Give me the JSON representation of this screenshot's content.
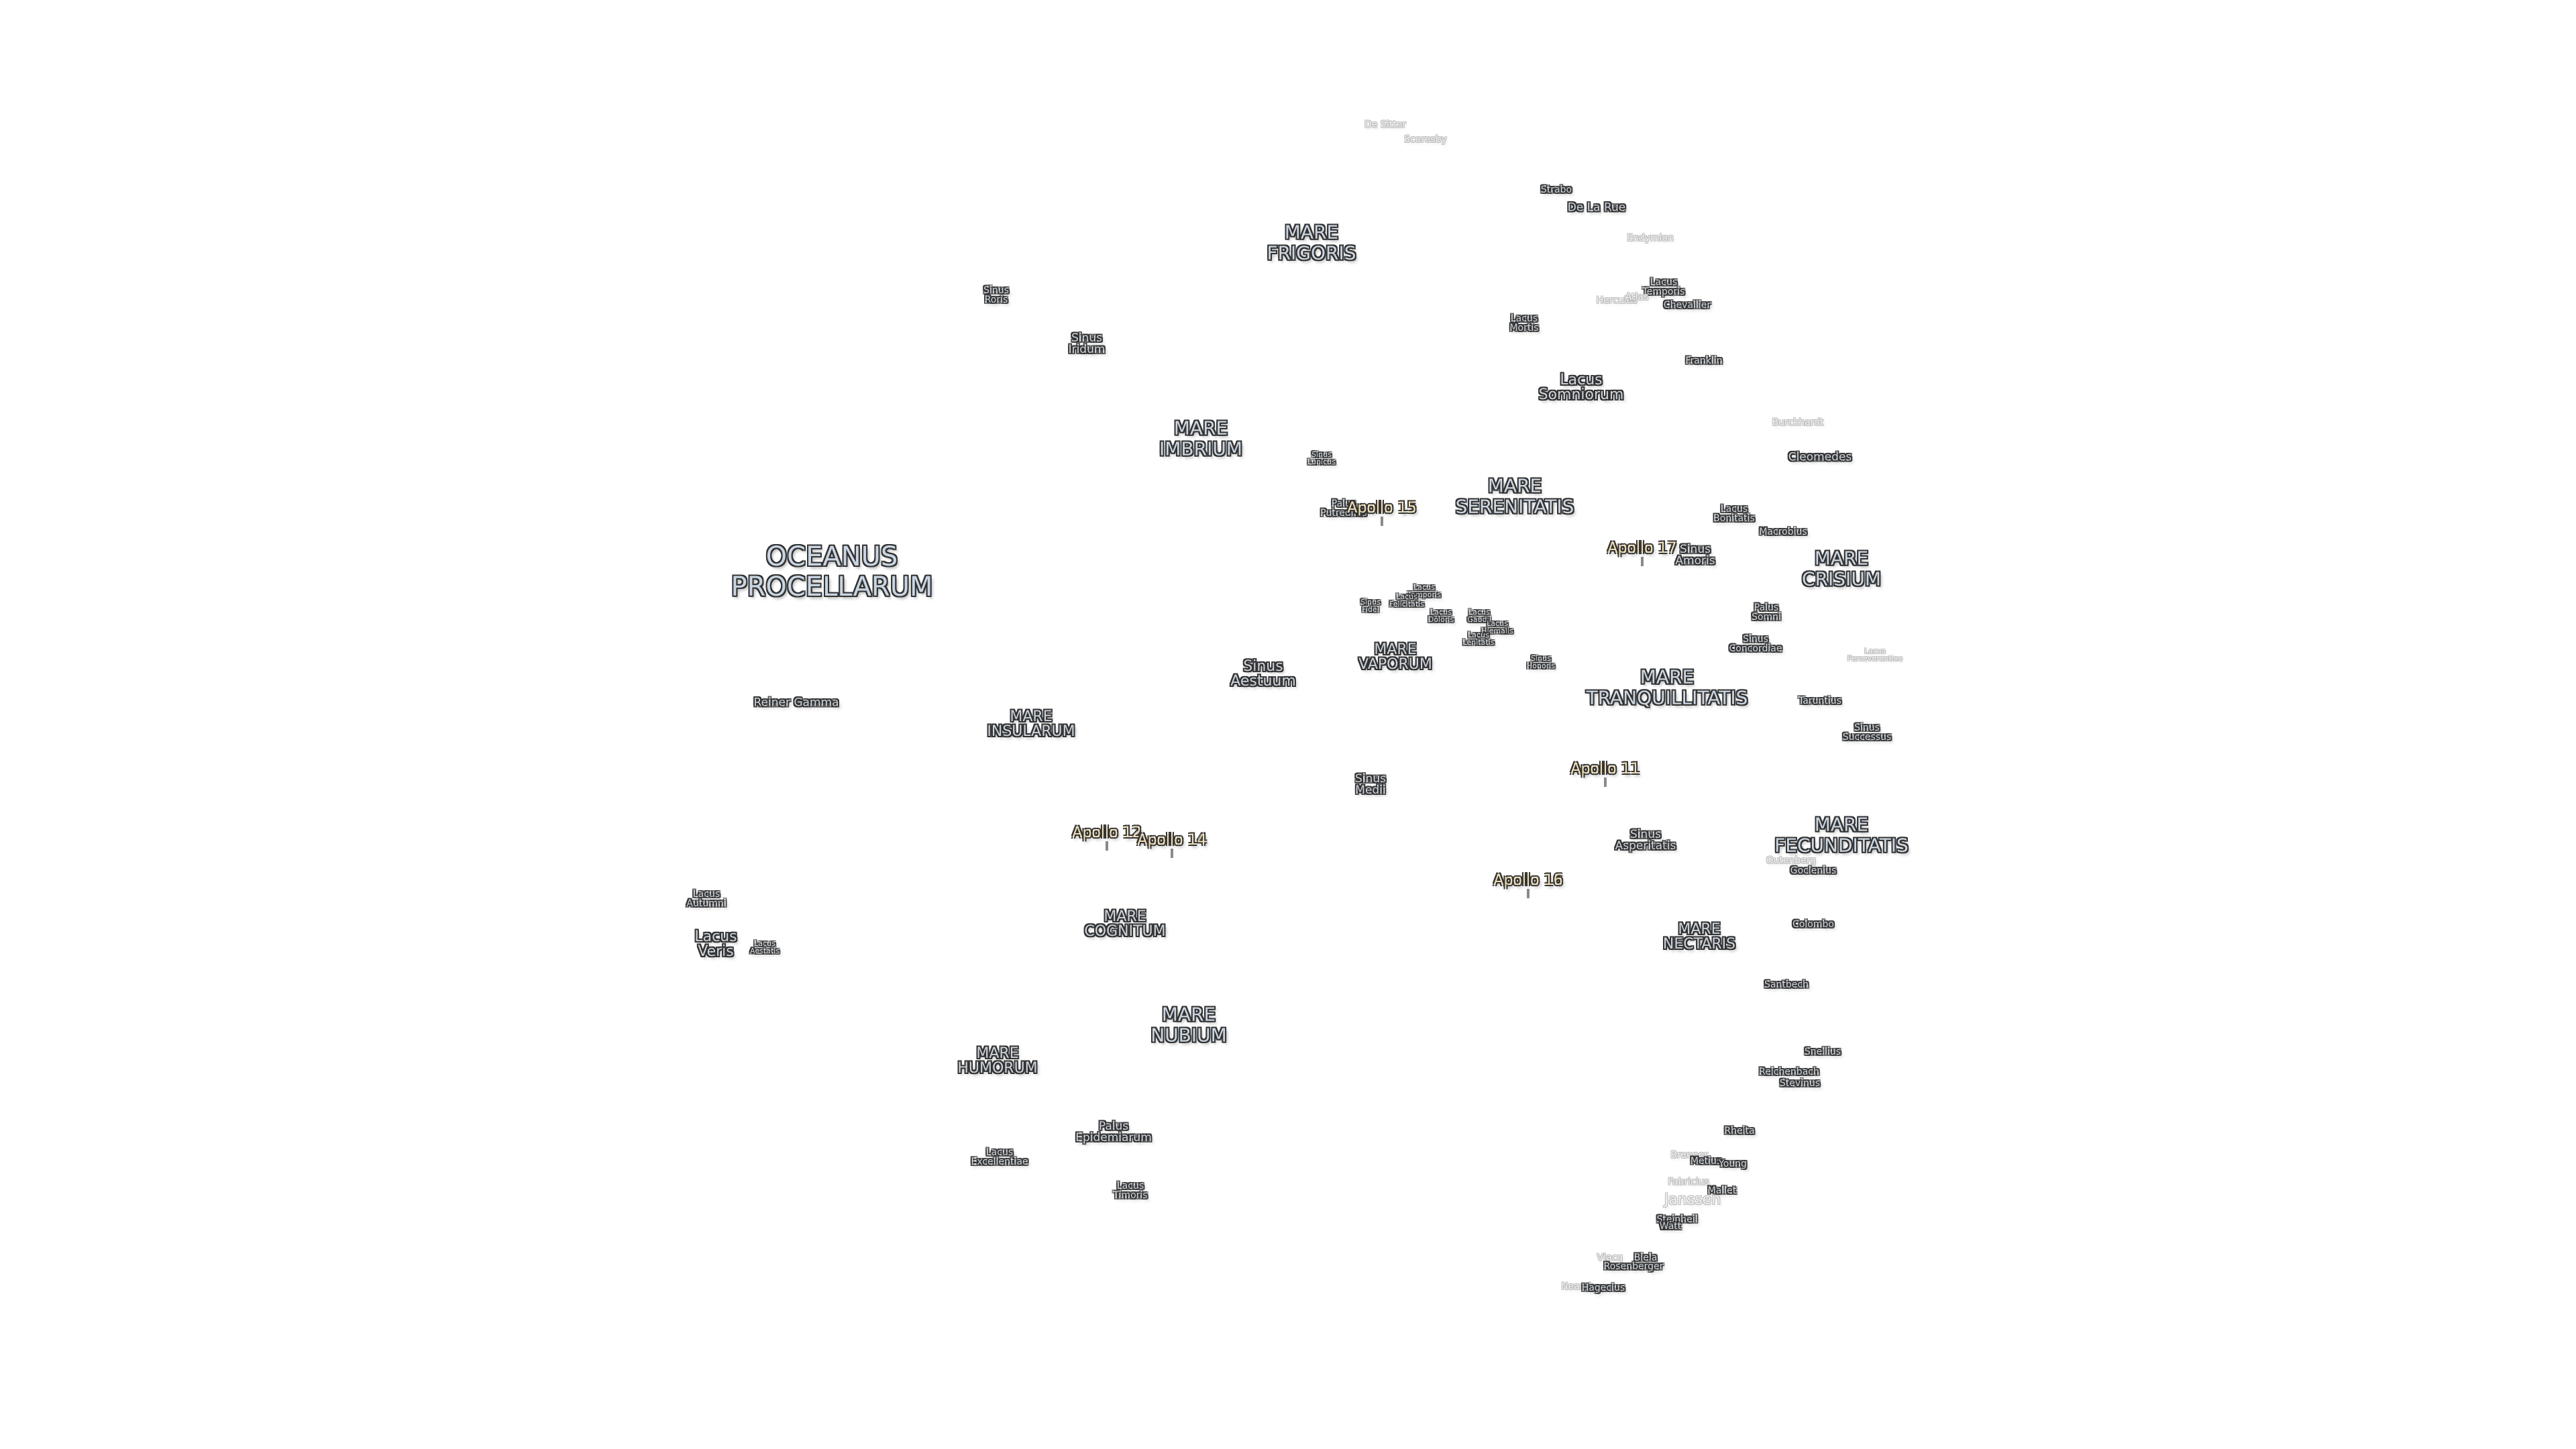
{
  "labels": [
    {
      "name": "label-de-sitter",
      "text": "De Sitter",
      "cls": "small faint"
    },
    {
      "name": "label-scoresby",
      "text": "Scoresby",
      "cls": "small faint"
    },
    {
      "name": "label-strabo",
      "text": "Strabo",
      "cls": "small"
    },
    {
      "name": "label-de-la-rue",
      "text": "De La Rue",
      "cls": "feat"
    },
    {
      "name": "label-endymion",
      "text": "Endymion",
      "cls": "small faint"
    },
    {
      "name": "label-mare-frigoris",
      "text": "MARE\nFRIGORIS",
      "cls": "mare"
    },
    {
      "name": "label-lacus-temporis",
      "text": "Lacus\nTemporis",
      "cls": "small"
    },
    {
      "name": "label-hercules",
      "text": "Hercules",
      "cls": "small faint"
    },
    {
      "name": "label-atlas",
      "text": "Atlas",
      "cls": "small faint"
    },
    {
      "name": "label-chevallier",
      "text": "Chevallier",
      "cls": "small"
    },
    {
      "name": "label-sinus-roris",
      "text": "Sinus\nRoris",
      "cls": "small"
    },
    {
      "name": "label-sinus-iridum",
      "text": "Sinus\nIridum",
      "cls": "feat"
    },
    {
      "name": "label-lacus-mortis",
      "text": "Lacus\nMortis",
      "cls": "small"
    },
    {
      "name": "label-franklin",
      "text": "Franklin",
      "cls": "small"
    },
    {
      "name": "label-lacus-somniorum",
      "text": "Lacus\nSomniorum",
      "cls": "med"
    },
    {
      "name": "label-mare-imbrium",
      "text": "MARE\nIMBRIUM",
      "cls": "mare"
    },
    {
      "name": "label-burckhardt",
      "text": "Burckhardt",
      "cls": "small faint"
    },
    {
      "name": "label-sinus-lunicus",
      "text": "Sinus\nLunicus",
      "cls": "tiny"
    },
    {
      "name": "label-cleomedes",
      "text": "Cleomedes",
      "cls": "feat"
    },
    {
      "name": "label-mare-serenitatis",
      "text": "MARE\nSERENITATIS",
      "cls": "mare"
    },
    {
      "name": "label-palus-putredinis",
      "text": "Palus\nPutredinis",
      "cls": "small"
    },
    {
      "name": "label-lacus-bonitatis",
      "text": "Lacus\nBonitatis",
      "cls": "small"
    },
    {
      "name": "label-macrobius",
      "text": "Macrobius",
      "cls": "small"
    },
    {
      "name": "label-oceanus-procellarum",
      "text": "OCEANUS\nPROCELLARUM",
      "cls": "ocean"
    },
    {
      "name": "label-sinus-amoris",
      "text": "Sinus\nAmoris",
      "cls": "feat"
    },
    {
      "name": "label-mare-crisium",
      "text": "MARE\nCRISIUM",
      "cls": "mare"
    },
    {
      "name": "label-lacus-temporis-2",
      "text": "Lacus\nTemporis",
      "cls": "tiny"
    },
    {
      "name": "label-lacus-felicitatis",
      "text": "Lacus\nFelicitatis",
      "cls": "tiny"
    },
    {
      "name": "label-sinus-fidei",
      "text": "Sinus\nFidei",
      "cls": "tiny"
    },
    {
      "name": "label-lacus-doloris",
      "text": "Lacus\nDoloris",
      "cls": "tiny"
    },
    {
      "name": "label-lacus-gaudii",
      "text": "Lacus\nGaudii",
      "cls": "tiny"
    },
    {
      "name": "label-lacus-hiemalis",
      "text": "Lacus\nHiemalis",
      "cls": "tiny"
    },
    {
      "name": "label-lacus-lenitatis",
      "text": "Lacus\nLenitatis",
      "cls": "tiny"
    },
    {
      "name": "label-palus-somni",
      "text": "Palus\nSomni",
      "cls": "small"
    },
    {
      "name": "label-mare-vaporum",
      "text": "MARE\nVAPORUM",
      "cls": "med"
    },
    {
      "name": "label-sinus-concordiae",
      "text": "Sinus\nConcordiae",
      "cls": "small"
    },
    {
      "name": "label-lacus-perseverantiae",
      "text": "Lacus\nPerseverantiae",
      "cls": "tiny faint"
    },
    {
      "name": "label-sinus-honoris",
      "text": "Sinus\nHonoris",
      "cls": "tiny"
    },
    {
      "name": "label-sinus-aestuum",
      "text": "Sinus\nAestuum",
      "cls": "med"
    },
    {
      "name": "label-mare-tranquillitatis",
      "text": "MARE\nTRANQUILLITATIS",
      "cls": "mare"
    },
    {
      "name": "label-taruntius",
      "text": "Taruntius",
      "cls": "small"
    },
    {
      "name": "label-reiner-gamma",
      "text": "Reiner Gamma",
      "cls": "feat"
    },
    {
      "name": "label-mare-insularum",
      "text": "MARE\nINSULARUM",
      "cls": "med"
    },
    {
      "name": "label-sinus-successus",
      "text": "Sinus\nSuccessus",
      "cls": "small"
    },
    {
      "name": "label-sinus-medii",
      "text": "Sinus\nMedii",
      "cls": "feat"
    },
    {
      "name": "label-mare-fecunditatis",
      "text": "MARE\nFECUNDITATIS",
      "cls": "mare"
    },
    {
      "name": "label-sinus-asperitatis",
      "text": "Sinus\nAsperitatis",
      "cls": "feat"
    },
    {
      "name": "label-gutenberg",
      "text": "Gutenberg",
      "cls": "small faint"
    },
    {
      "name": "label-goclenius",
      "text": "Goclenius",
      "cls": "small"
    },
    {
      "name": "label-lacus-autumni",
      "text": "Lacus\nAutumni",
      "cls": "small"
    },
    {
      "name": "label-mare-cognitum",
      "text": "MARE\nCOGNITUM",
      "cls": "med"
    },
    {
      "name": "label-colombo",
      "text": "Colombo",
      "cls": "small"
    },
    {
      "name": "label-mare-nectaris",
      "text": "MARE\nNECTARIS",
      "cls": "med"
    },
    {
      "name": "label-lacus-veris",
      "text": "Lacus\nVeris",
      "cls": "med"
    },
    {
      "name": "label-lacus-aestatis",
      "text": "Lacus\nAestatis",
      "cls": "tiny"
    },
    {
      "name": "label-santbech",
      "text": "Santbech",
      "cls": "small"
    },
    {
      "name": "label-mare-nubium",
      "text": "MARE\nNUBIUM",
      "cls": "mare"
    },
    {
      "name": "label-mare-humorum",
      "text": "MARE\nHUMORUM",
      "cls": "med"
    },
    {
      "name": "label-snellius",
      "text": "Snellius",
      "cls": "small"
    },
    {
      "name": "label-reichenbach",
      "text": "Reichenbach",
      "cls": "small"
    },
    {
      "name": "label-stevinus",
      "text": "Stevinus",
      "cls": "small"
    },
    {
      "name": "label-palus-epidemiarum",
      "text": "Palus\nEpidemiarum",
      "cls": "feat"
    },
    {
      "name": "label-rheita",
      "text": "Rheita",
      "cls": "small"
    },
    {
      "name": "label-lacus-excellentiae",
      "text": "Lacus\nExcellentiae",
      "cls": "small"
    },
    {
      "name": "label-brenner",
      "text": "Brenner",
      "cls": "small faint"
    },
    {
      "name": "label-metius",
      "text": "Metius",
      "cls": "small"
    },
    {
      "name": "label-young",
      "text": "Young",
      "cls": "small"
    },
    {
      "name": "label-lacus-timoris",
      "text": "Lacus\nTimoris",
      "cls": "small"
    },
    {
      "name": "label-fabricius",
      "text": "Fabricius",
      "cls": "small faint"
    },
    {
      "name": "label-mallet",
      "text": "Mallet",
      "cls": "small"
    },
    {
      "name": "label-janssen",
      "text": "Janssen",
      "cls": "med faint"
    },
    {
      "name": "label-steinheil",
      "text": "Steinheil",
      "cls": "small"
    },
    {
      "name": "label-watt",
      "text": "Watt",
      "cls": "small"
    },
    {
      "name": "label-vlacq",
      "text": "Vlacq",
      "cls": "small faint"
    },
    {
      "name": "label-biela",
      "text": "Biela",
      "cls": "small"
    },
    {
      "name": "label-rosenberger",
      "text": "Rosenberger",
      "cls": "small"
    },
    {
      "name": "label-nearch",
      "text": "Nearch",
      "cls": "small faint"
    },
    {
      "name": "label-hagecius",
      "text": "Hagecius",
      "cls": "small"
    }
  ],
  "apollo": [
    {
      "name": "apollo-15-label",
      "text": "Apollo 15"
    },
    {
      "name": "apollo-17-label",
      "text": "Apollo 17"
    },
    {
      "name": "apollo-11-label",
      "text": "Apollo 11"
    },
    {
      "name": "apollo-12-label",
      "text": "Apollo 12"
    },
    {
      "name": "apollo-14-label",
      "text": "Apollo 14"
    },
    {
      "name": "apollo-16-label",
      "text": "Apollo 16"
    }
  ]
}
